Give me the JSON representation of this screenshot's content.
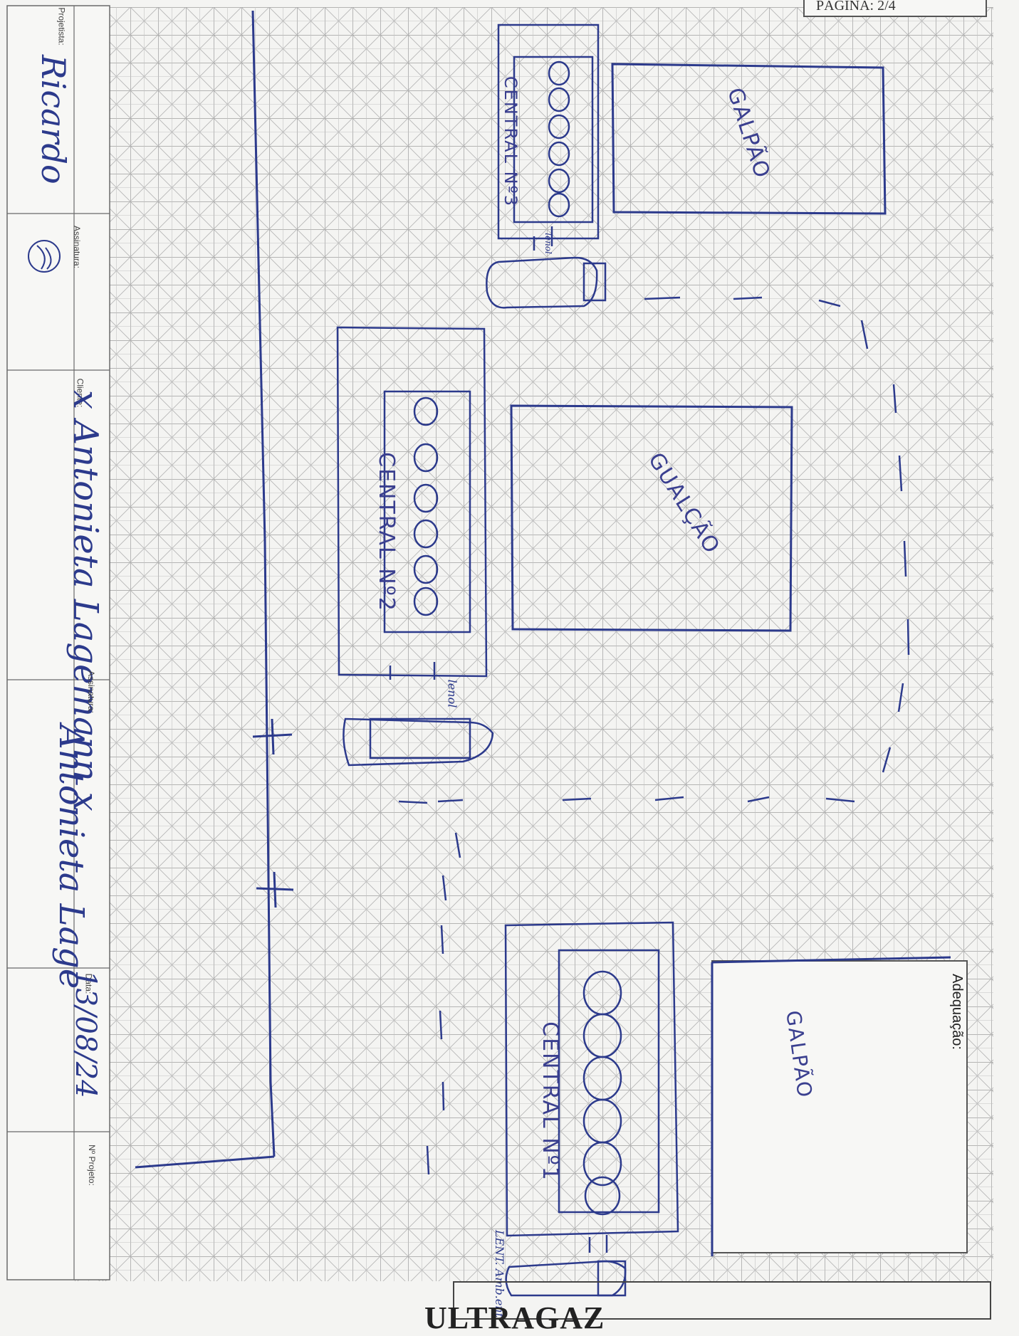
{
  "header": {
    "page_label": "PÁGINA: 2/4"
  },
  "title_block": {
    "projetista_label": "Projetista:",
    "projetista_signature": "Ricardo",
    "assinatura1_label": "Assinatura:",
    "cliente_label": "Cliente:",
    "cliente_value": "x Antonieta Lagemann x",
    "assinatura2_label": "Assinatura:",
    "assinatura2_value": "Antonieta Lage",
    "data_label": "Data:",
    "data_value": "13/08/24",
    "n_projeto_label": "Nº Projeto:"
  },
  "adequacao": {
    "label": "Adequação:",
    "sketch_label": "GALPÃO"
  },
  "sketch": {
    "buildings": [
      "GALPÃO",
      "GUALÇÃO"
    ],
    "centrals": [
      "CENTRAL Nº3",
      "CENTRAL Nº2",
      "CENTRAL Nº1"
    ],
    "notes": [
      "lenol",
      "lenol",
      "LENT. Amb.ent"
    ]
  },
  "footer": {
    "brand": "ULTRAGAZ"
  },
  "colors": {
    "ink": "#2c3a8c",
    "grid": "#9a9a9a",
    "paper": "#f4f4f2"
  }
}
